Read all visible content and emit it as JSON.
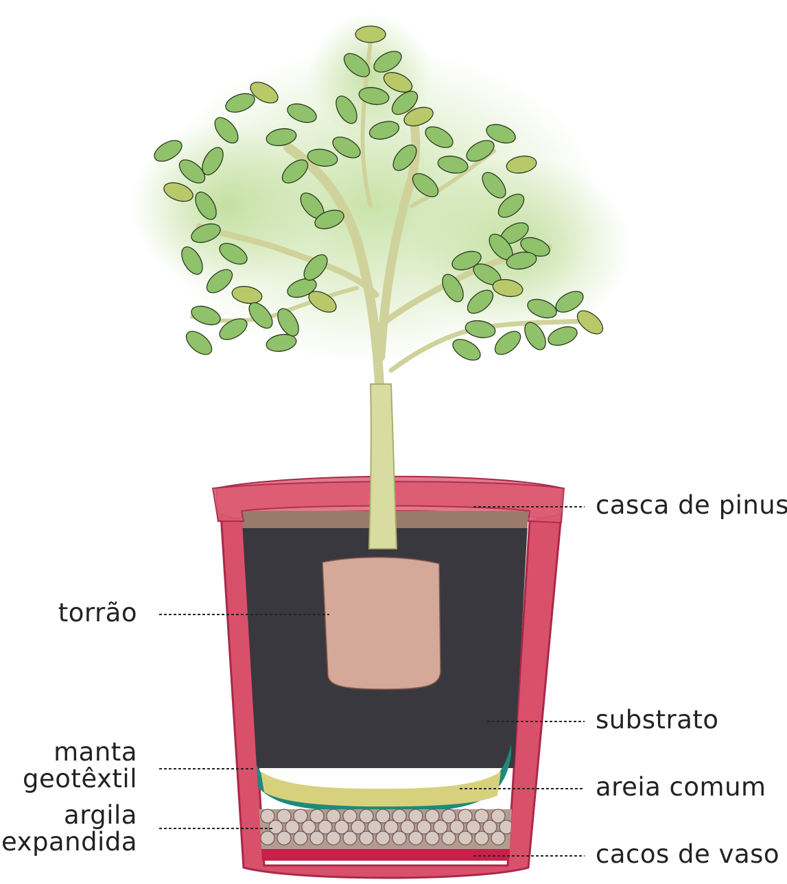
{
  "labels": {
    "casca_de_pinus": "casca de pinus",
    "torrao": "torrão",
    "substrato": "substrato",
    "manta_line1": "manta",
    "manta_line2": "geotêxtil",
    "areia_comum": "areia comum",
    "argila_line1": "argila",
    "argila_line2": "expandida",
    "cacos_de_vaso": "cacos de vaso"
  },
  "colors": {
    "pot": "#d9506a",
    "pot_dark": "#b83350",
    "bark": "#9a7a6a",
    "substrate": "#3a383f",
    "root_ball": "#d5a99a",
    "geotextile": "#1f8a7a",
    "sand": "#d7d17e",
    "clay": "#b49a90",
    "shards": "#c8204a",
    "trunk": "#d9dca0",
    "leaf": "#8fc26a",
    "leaf_edge": "#2b3a22"
  }
}
